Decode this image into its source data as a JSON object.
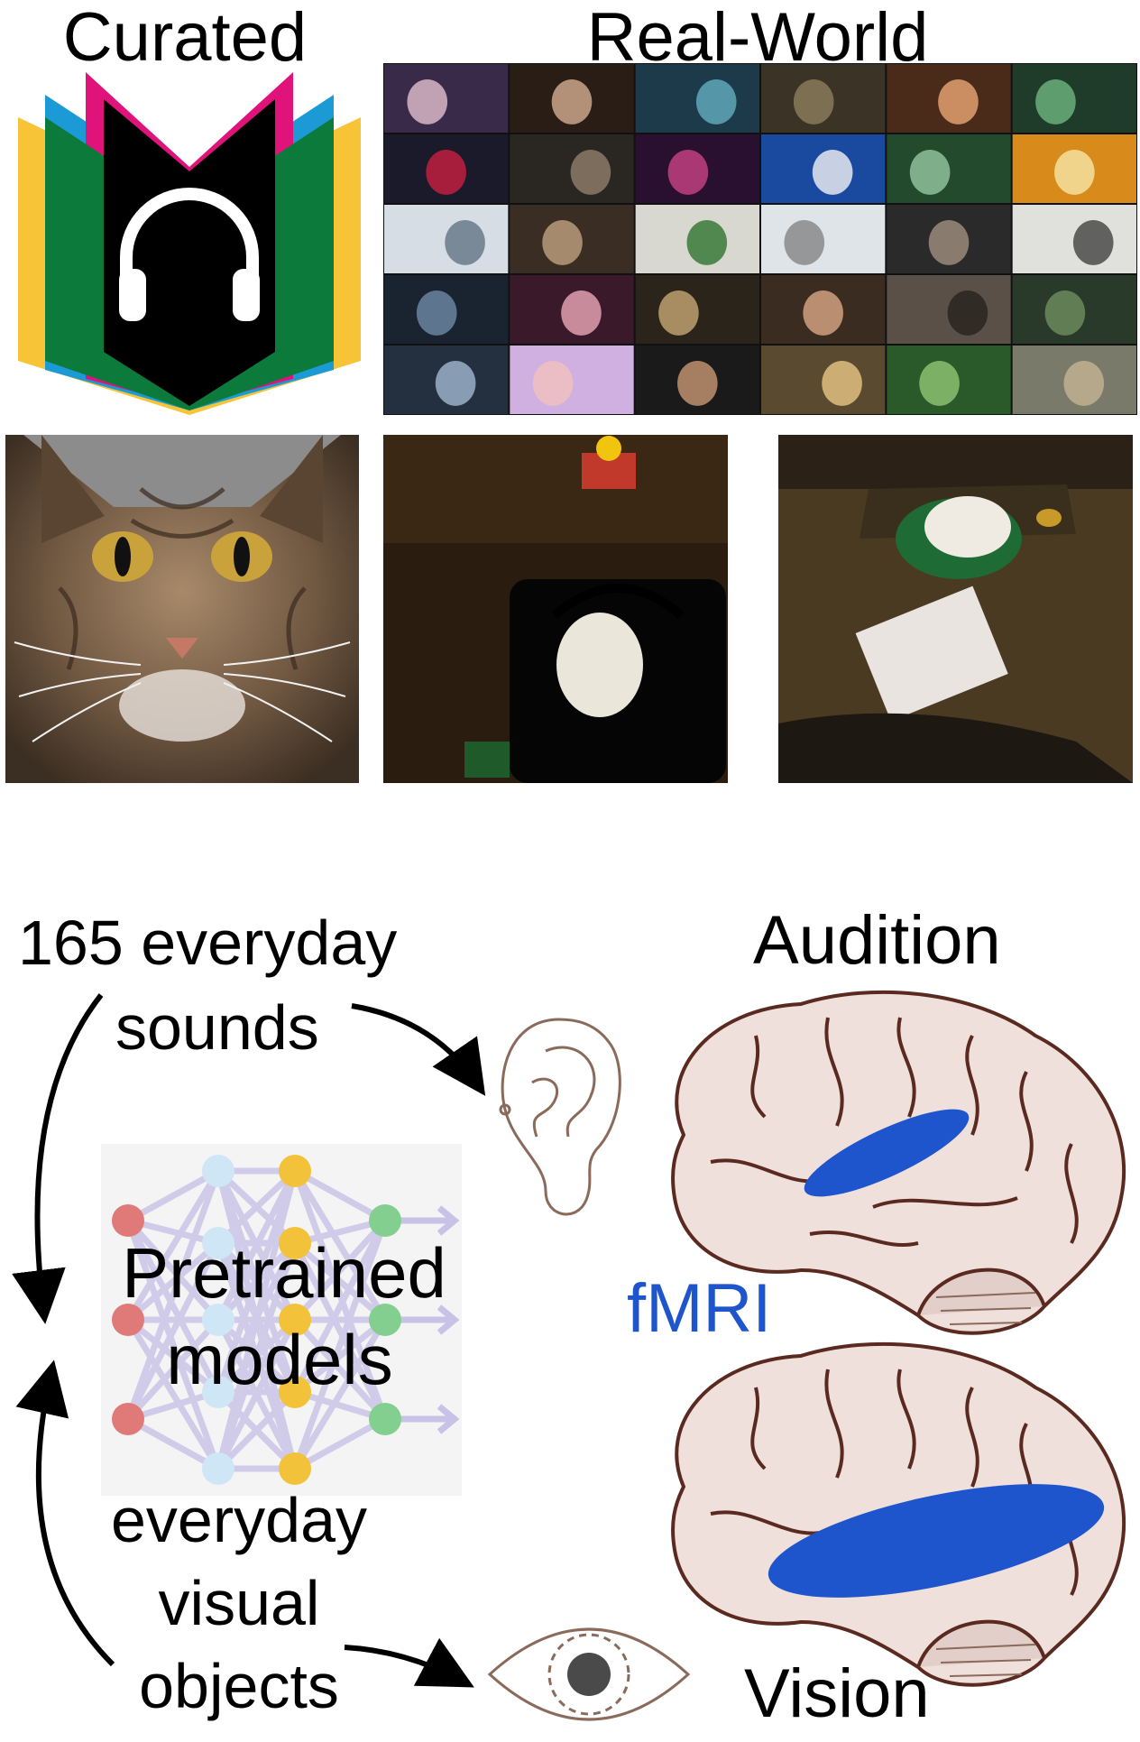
{
  "headers": {
    "curated": "Curated",
    "real_world": "Real-World"
  },
  "labels": {
    "sounds_line1": "165 everyday",
    "sounds_line2": "sounds",
    "audition": "Audition",
    "pretrained_line1": "Pretrained",
    "pretrained_line2": "models",
    "visual_line1": "everyday",
    "visual_line2": "visual",
    "visual_line3": "objects",
    "fmri": "fMRI",
    "vision": "Vision"
  },
  "icons": {
    "book": "audiobook-headphones-icon",
    "ear": "ear-icon",
    "eye": "eye-icon",
    "network": "neural-network-icon",
    "brain": "brain-icon"
  },
  "colors": {
    "accent_blue": "#1f55cc",
    "brain_fill": "#efe0dc",
    "brain_line": "#5a2a20",
    "book_yellow": "#f7c438",
    "book_green": "#0b7a3a",
    "book_blue": "#1b9ad6",
    "book_magenta": "#e0137a",
    "node_red": "#e07a78",
    "node_blue": "#cfe6f7",
    "node_yellow": "#f2c33a",
    "node_green": "#82cf8f"
  }
}
